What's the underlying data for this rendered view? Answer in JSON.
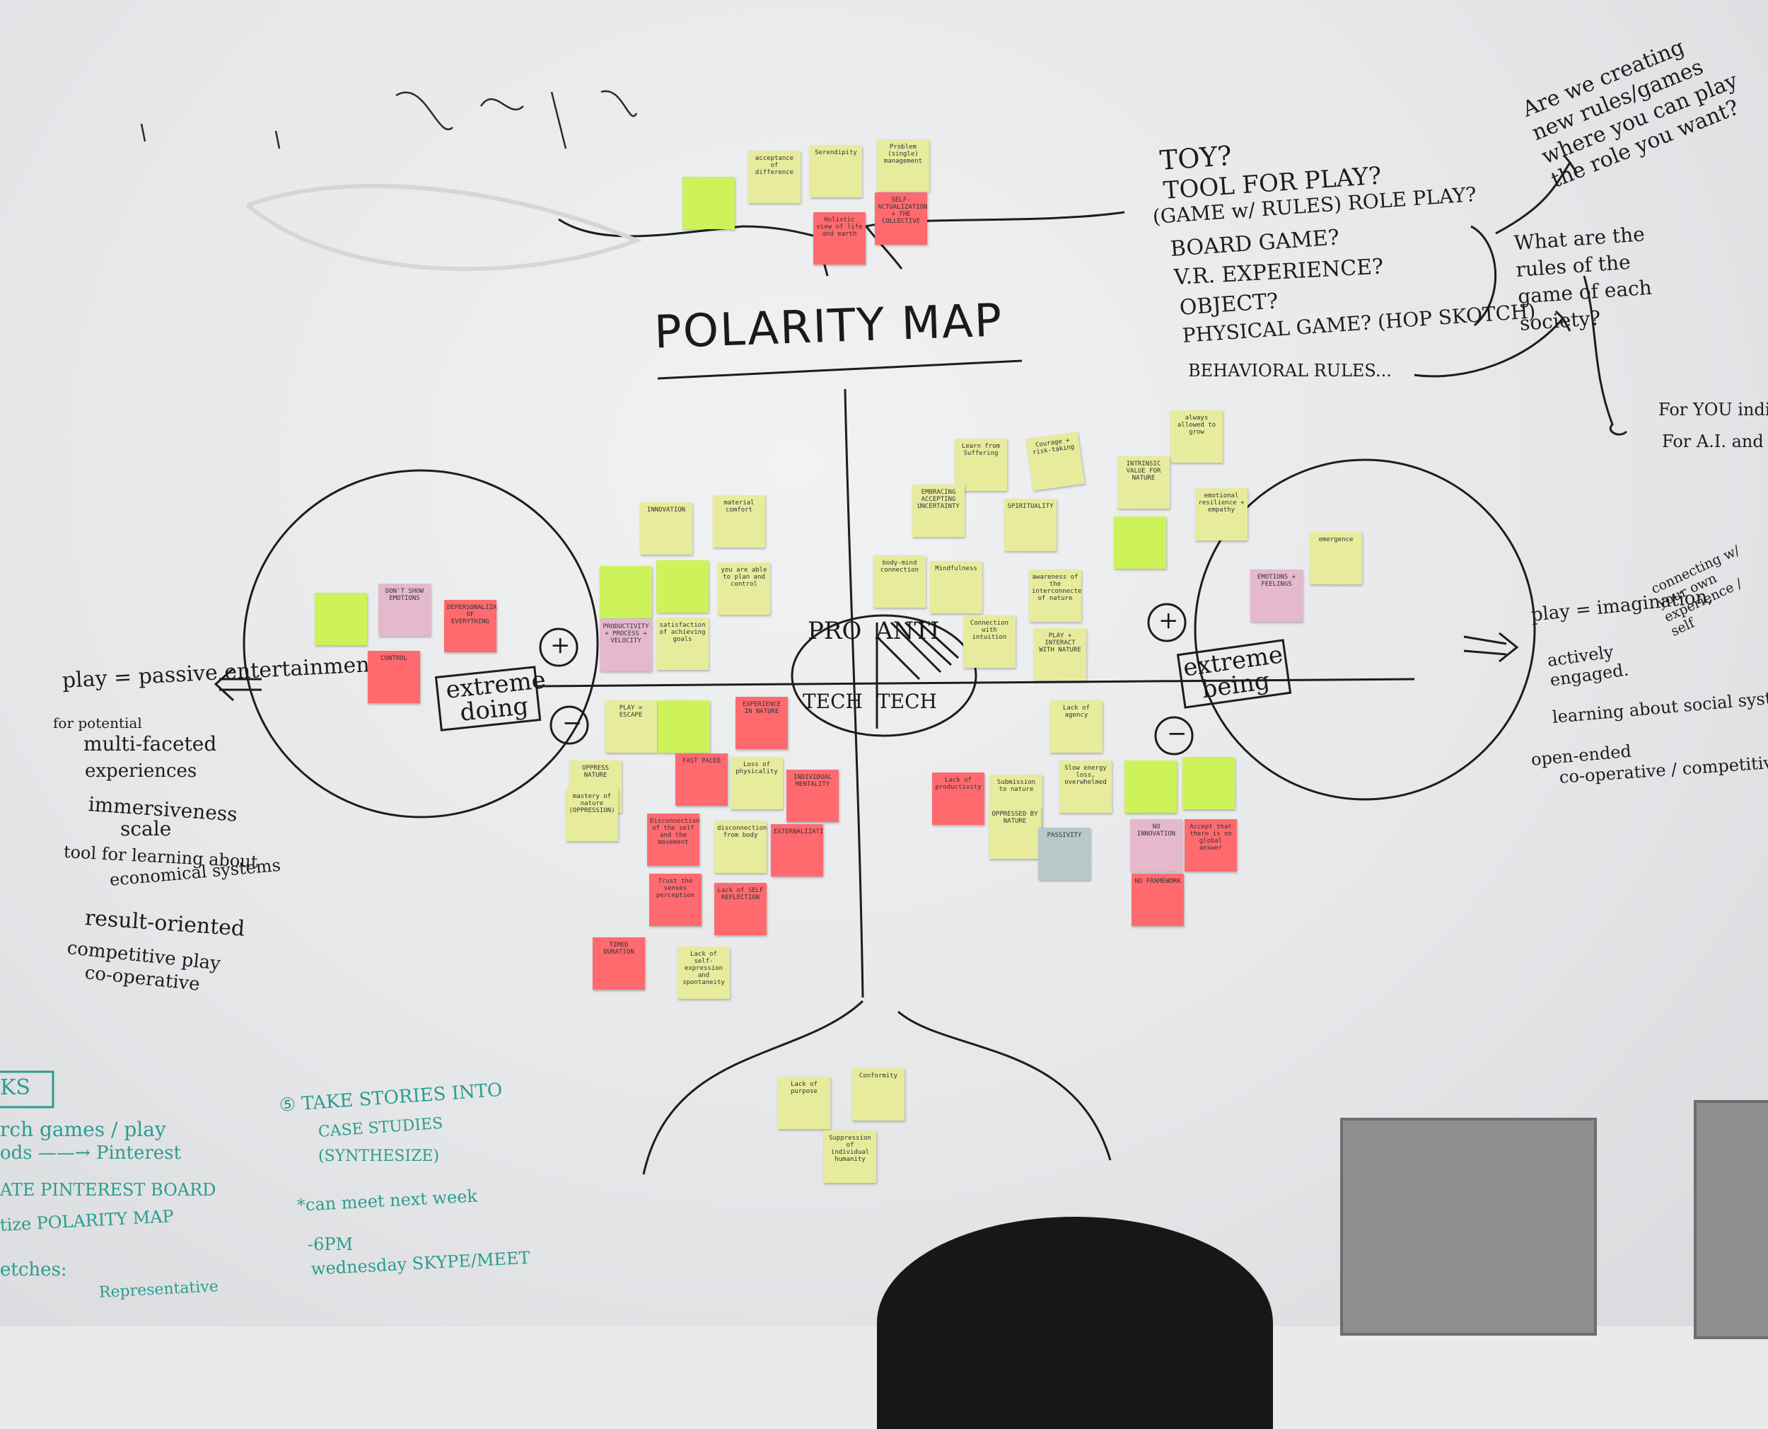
{
  "title": "POLARITY MAP",
  "axis": {
    "left_box": "extreme doing",
    "right_box": "extreme being",
    "center_top_left": "PRO",
    "center_top_right": "ANTI",
    "center_bottom_left": "TECH",
    "center_bottom_right": "TECH",
    "plus": "+",
    "minus": "−"
  },
  "questions": [
    "TOY?",
    "TOOL FOR PLAY?",
    "(GAME w/ RULES)  ROLE PLAY?",
    "BOARD GAME?",
    "V.R. EXPERIENCE?",
    "OBJECT?",
    "PHYSICAL GAME? (HOP SKOTCH)",
    "BEHAVIORAL RULES..."
  ],
  "right_notes": [
    "Are we creating new rules/games where you can play the role you want?",
    "What are the rules of the game of each society?",
    "For YOU indi",
    "For A.I. and"
  ],
  "left_play": [
    "play = passive entertainment",
    "for potential",
    "multi-faceted",
    "experiences",
    "immersiveness",
    "scale",
    "tool for learning about",
    "economical systems",
    "result-oriented",
    "competitive play",
    "co-operative"
  ],
  "right_play": [
    "play = imagination,",
    "actively engaged.",
    "connecting w/ your own experience / self",
    "learning about social systems",
    "open-ended",
    "co-operative / competitive"
  ],
  "todo": [
    "KS",
    "rch games / play",
    "ods  ——→  Pinterest",
    "ATE PINTEREST BOARD",
    "tize POLARITY MAP",
    "etches:",
    "Representative",
    "⑤ TAKE STORIES INTO",
    "CASE STUDIES",
    "(SYNTHESIZE)",
    "*can meet next week",
    "-6PM",
    "wednesday SKYPE/MEET"
  ],
  "stickies": {
    "top": [
      "acceptance of difference",
      "Serendipity",
      "Problem (single) management",
      "Holistic view of life and earth",
      "SELF-ACTUALIZATION + THE COLLECTIVE"
    ],
    "upper_left": [
      "INNOVATION",
      "material comfort",
      "PRODUCTIVITY + PROCESS + VELOCITY",
      "satisfaction of achieving goals",
      "you are able to plan and control"
    ],
    "upper_right": [
      "Learn from Suffering",
      "Courage + risk-taking",
      "always allowed to grow",
      "EMBRACING ACCEPTING UNCERTAINTY",
      "SPIRITUALITY",
      "INTRINSIC VALUE FOR NATURE",
      "emotional resilience + empathy",
      "body-mind connection",
      "Mindfulness",
      "awareness of the interconnectedness of nature",
      "Connection with intuition",
      "PLAY + INTERACT WITH NATURE",
      "EMOTIONS + FEELINGS",
      "emergence"
    ],
    "left_circle": [
      "DON'T SHOW EMOTIONS",
      "DEPERSONALIZATION OF EVERYTHING",
      "CONTROL"
    ],
    "lower_left": [
      "PLAY = ESCAPE",
      "EXPERIENCE IN NATURE",
      "OPPRESS NATURE",
      "mastery of nature (OPPRESSION)",
      "FAST PACED",
      "Loss of physicality",
      "INDIVIDUAL MENTALITY",
      "Disconnection of the self and the movement",
      "disconnection from body",
      "EXTERNALIZATION",
      "Trust the senses perception",
      "Lack of SELF REFLECTION",
      "TIMED DURATION",
      "Lack of self-expression and spontaneity"
    ],
    "lower_right": [
      "Lack of agency",
      "Lack of productivity",
      "Slow energy loss, overwhelmed",
      "Submission to nature",
      "OPPRESSED BY NATURE",
      "PASSIVITY",
      "NO INNOVATION",
      "Accept that there is no global answer",
      "NO FRAMEWORK"
    ],
    "bottom": [
      "Lack of purpose",
      "Conformity",
      "Suppression of individual humanity"
    ]
  },
  "colors": {
    "yellow": "#e7ec9d",
    "green": "#cdf25a",
    "pink": "#ff6a6f",
    "mauve": "#e6b8cc",
    "grey": "#b8c8c8",
    "ink": "#1d1d1f",
    "teal": "#2a9d8f"
  }
}
